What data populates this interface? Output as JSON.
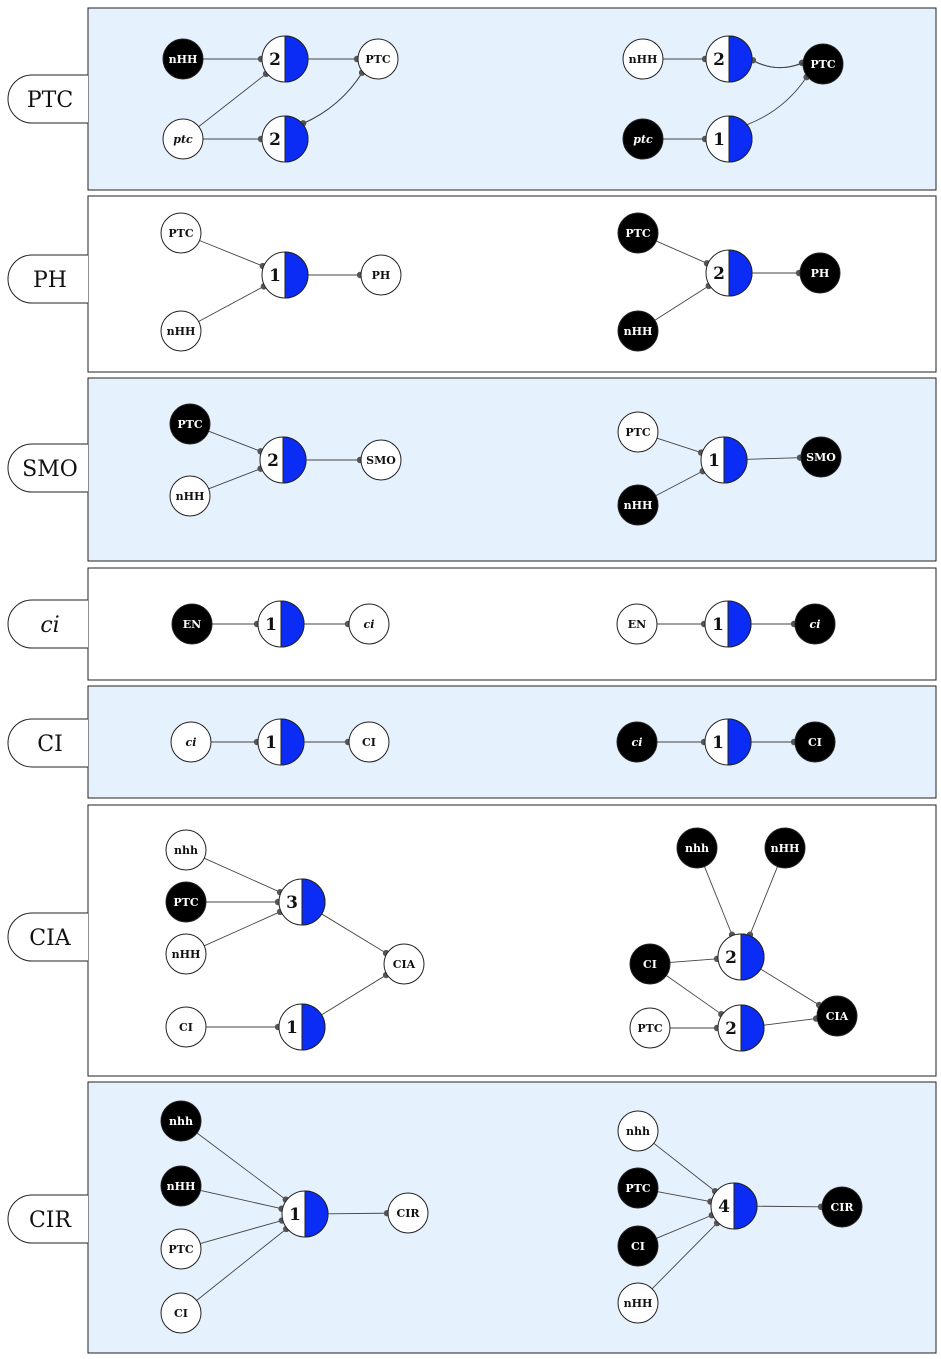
{
  "colors": {
    "panel_blue": "#e6f1fe",
    "panel_white": "#ffffff",
    "gate_fill": "#0a2cf5",
    "on": "#000000",
    "off": "#ffffff"
  },
  "panels": [
    {
      "label": "PTC",
      "italic": false,
      "bg": "blue",
      "nodes": [
        {
          "id": "a1",
          "text": "nHH",
          "on": true
        },
        {
          "id": "a2",
          "text": "ptc",
          "on": false,
          "italic": true
        },
        {
          "id": "g1",
          "gate": "2"
        },
        {
          "id": "g2",
          "gate": "2"
        },
        {
          "id": "a3",
          "text": "PTC",
          "on": false
        },
        {
          "id": "b1",
          "text": "nHH",
          "on": false
        },
        {
          "id": "b2",
          "text": "ptc",
          "on": true,
          "italic": true
        },
        {
          "id": "h1",
          "gate": "2"
        },
        {
          "id": "h2",
          "gate": "1"
        },
        {
          "id": "b3",
          "text": "PTC",
          "on": true
        }
      ],
      "edges": [
        [
          "a1",
          "g1"
        ],
        [
          "a2",
          "g1"
        ],
        [
          "a2",
          "g2"
        ],
        [
          "g1",
          "a3"
        ],
        [
          "a3",
          "g2"
        ],
        [
          "g2",
          "a3"
        ],
        [
          "b1",
          "h1"
        ],
        [
          "h1",
          "b3"
        ],
        [
          "b3",
          "h1"
        ],
        [
          "b2",
          "h2"
        ],
        [
          "h2",
          "b3"
        ]
      ]
    },
    {
      "label": "PH",
      "italic": false,
      "bg": "white",
      "nodes": [
        {
          "id": "a1",
          "text": "PTC",
          "on": false
        },
        {
          "id": "a2",
          "text": "nHH",
          "on": false
        },
        {
          "id": "g1",
          "gate": "1"
        },
        {
          "id": "a3",
          "text": "PH",
          "on": false
        },
        {
          "id": "b1",
          "text": "PTC",
          "on": true
        },
        {
          "id": "b2",
          "text": "nHH",
          "on": true
        },
        {
          "id": "h1",
          "gate": "2"
        },
        {
          "id": "b3",
          "text": "PH",
          "on": true
        }
      ],
      "edges": [
        [
          "a1",
          "g1"
        ],
        [
          "a2",
          "g1"
        ],
        [
          "g1",
          "a3"
        ],
        [
          "b1",
          "h1"
        ],
        [
          "b2",
          "h1"
        ],
        [
          "h1",
          "b3"
        ]
      ]
    },
    {
      "label": "SMO",
      "italic": false,
      "bg": "blue",
      "nodes": [
        {
          "id": "a1",
          "text": "PTC",
          "on": true
        },
        {
          "id": "a2",
          "text": "nHH",
          "on": false
        },
        {
          "id": "g1",
          "gate": "2"
        },
        {
          "id": "a3",
          "text": "SMO",
          "on": false
        },
        {
          "id": "b1",
          "text": "PTC",
          "on": false
        },
        {
          "id": "b2",
          "text": "nHH",
          "on": true
        },
        {
          "id": "h1",
          "gate": "1"
        },
        {
          "id": "b3",
          "text": "SMO",
          "on": true
        }
      ],
      "edges": [
        [
          "a1",
          "g1"
        ],
        [
          "a2",
          "g1"
        ],
        [
          "g1",
          "a3"
        ],
        [
          "b1",
          "h1"
        ],
        [
          "b2",
          "h1"
        ],
        [
          "h1",
          "b3"
        ]
      ]
    },
    {
      "label": "ci",
      "italic": true,
      "bg": "white",
      "nodes": [
        {
          "id": "a1",
          "text": "EN",
          "on": true
        },
        {
          "id": "g1",
          "gate": "1"
        },
        {
          "id": "a3",
          "text": "ci",
          "on": false,
          "italic": true
        },
        {
          "id": "b1",
          "text": "EN",
          "on": false
        },
        {
          "id": "h1",
          "gate": "1"
        },
        {
          "id": "b3",
          "text": "ci",
          "on": true,
          "italic": true
        }
      ],
      "edges": [
        [
          "a1",
          "g1"
        ],
        [
          "g1",
          "a3"
        ],
        [
          "b1",
          "h1"
        ],
        [
          "h1",
          "b3"
        ]
      ]
    },
    {
      "label": "CI",
      "italic": false,
      "bg": "blue",
      "nodes": [
        {
          "id": "a1",
          "text": "ci",
          "on": false,
          "italic": true
        },
        {
          "id": "g1",
          "gate": "1"
        },
        {
          "id": "a3",
          "text": "CI",
          "on": false
        },
        {
          "id": "b1",
          "text": "ci",
          "on": true,
          "italic": true
        },
        {
          "id": "h1",
          "gate": "1"
        },
        {
          "id": "b3",
          "text": "CI",
          "on": true
        }
      ],
      "edges": [
        [
          "a1",
          "g1"
        ],
        [
          "g1",
          "a3"
        ],
        [
          "b1",
          "h1"
        ],
        [
          "h1",
          "b3"
        ]
      ]
    },
    {
      "label": "CIA",
      "italic": false,
      "bg": "white",
      "nodes": [
        {
          "id": "a1",
          "text": "nhh",
          "on": false
        },
        {
          "id": "a2",
          "text": "PTC",
          "on": true
        },
        {
          "id": "a4",
          "text": "nHH",
          "on": false
        },
        {
          "id": "a5",
          "text": "CI",
          "on": false
        },
        {
          "id": "g1",
          "gate": "3"
        },
        {
          "id": "g2",
          "gate": "1"
        },
        {
          "id": "a3",
          "text": "CIA",
          "on": false
        },
        {
          "id": "b1",
          "text": "nhh",
          "on": true
        },
        {
          "id": "b2",
          "text": "nHH",
          "on": true
        },
        {
          "id": "b4",
          "text": "CI",
          "on": true
        },
        {
          "id": "b5",
          "text": "PTC",
          "on": false
        },
        {
          "id": "h1",
          "gate": "2"
        },
        {
          "id": "h2",
          "gate": "2"
        },
        {
          "id": "b3",
          "text": "CIA",
          "on": true
        }
      ],
      "edges": [
        [
          "a1",
          "g1"
        ],
        [
          "a2",
          "g1"
        ],
        [
          "a4",
          "g1"
        ],
        [
          "a5",
          "g2"
        ],
        [
          "g1",
          "a3"
        ],
        [
          "g2",
          "a3"
        ],
        [
          "b1",
          "h1"
        ],
        [
          "b2",
          "h1"
        ],
        [
          "b4",
          "h1"
        ],
        [
          "b4",
          "h2"
        ],
        [
          "b5",
          "h2"
        ],
        [
          "h1",
          "b3"
        ],
        [
          "h2",
          "b3"
        ]
      ]
    },
    {
      "label": "CIR",
      "italic": false,
      "bg": "blue",
      "nodes": [
        {
          "id": "a1",
          "text": "nhh",
          "on": true
        },
        {
          "id": "a2",
          "text": "nHH",
          "on": true
        },
        {
          "id": "a4",
          "text": "PTC",
          "on": false
        },
        {
          "id": "a5",
          "text": "CI",
          "on": false
        },
        {
          "id": "g1",
          "gate": "1"
        },
        {
          "id": "a3",
          "text": "CIR",
          "on": false
        },
        {
          "id": "b1",
          "text": "nhh",
          "on": false
        },
        {
          "id": "b2",
          "text": "PTC",
          "on": true
        },
        {
          "id": "b4",
          "text": "CI",
          "on": true
        },
        {
          "id": "b5",
          "text": "nHH",
          "on": false
        },
        {
          "id": "h1",
          "gate": "4"
        },
        {
          "id": "b3",
          "text": "CIR",
          "on": true
        }
      ],
      "edges": [
        [
          "a1",
          "g1"
        ],
        [
          "a2",
          "g1"
        ],
        [
          "a4",
          "g1"
        ],
        [
          "a5",
          "g1"
        ],
        [
          "g1",
          "a3"
        ],
        [
          "b1",
          "h1"
        ],
        [
          "b2",
          "h1"
        ],
        [
          "b4",
          "h1"
        ],
        [
          "b5",
          "h1"
        ],
        [
          "h1",
          "b3"
        ]
      ]
    }
  ]
}
